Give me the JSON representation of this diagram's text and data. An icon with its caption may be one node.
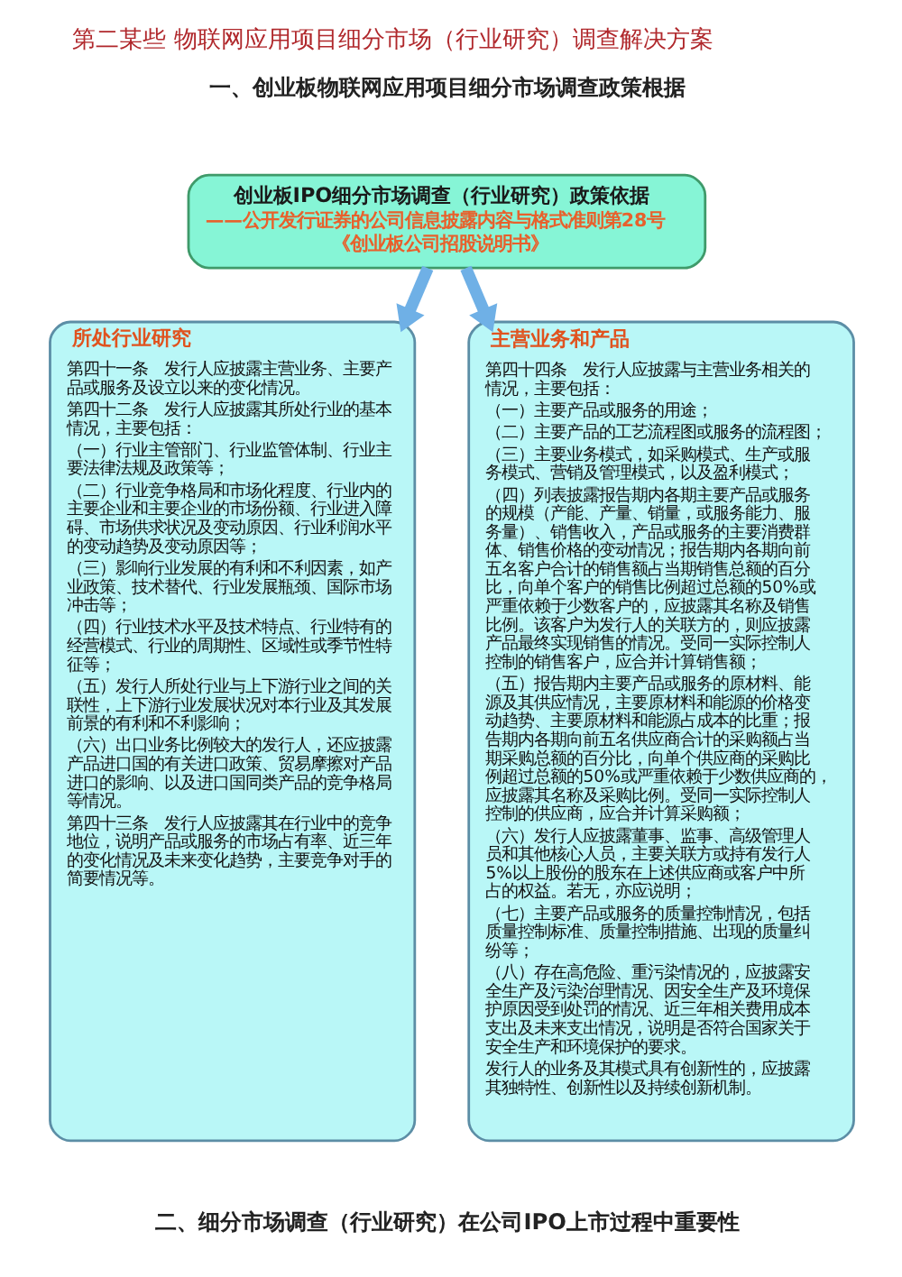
{
  "diagram": {
    "title": "第二某些 物联网应用项目细分市场（行业研究）调查解决方案",
    "nodes": [
      {
        "text": [
          "创业板IPO细分市场调查（行业研究）政策依据",
          "——公开发行证券的公司信息披露内容与格式准则第28号",
          "《创业板公司招股说明书》"
        ]
      },
      {
        "text": [
          "所处行业研究",
          "第四十一条　发行人应披露主营业务、主要产品或服务及设立以来的变化情况。",
          "第四十二条　发行人应披露其所处行业的基本情况，主要包括：",
          "（一）行业主管部门、行业监管体制、行业主要法律法规及政策等；",
          "（二）行业竞争格局和市场化程度、行业内的主要企业和主要企业的市场份额、行业进入障碍、市场供求状况及变动原因、行业利润水平的变动趋势及变动原因等；",
          "（三）影响行业发展的有利和不利因素，如产业政策、技术替代、行业发展瓶颈、国际市场冲击等；",
          "（四）行业技术水平及技术特点、行业特有的经营模式、行业的周期性、区域性或季节性特征等；",
          "（五）发行人所处行业与上下游行业之间的关联性，上下游行业发展状况对本行业及其发展前景的有利和不利影响；",
          "（六）出口业务比例较大的发行人，还应披露产品进口国的有关进口政策、贸易摩擦对产品进口的影响、以及进口国同类产品的竞争格局等情况。",
          "第四十三条　发行人应披露其在行业中的竞争地位，说明产品或服务的市场占有率、近三年的变化情况及未来变化趋势，主要竞争对手的简要情况等。"
        ]
      },
      {
        "text": [
          "主营业务和产品",
          "第四十四条　发行人应披露与主营业务相关的情况，主要包括：",
          "（一）主要产品或服务的用途；",
          "（二）主要产品的工艺流程图或服务的流程图；",
          "（三）主要业务模式，如采购模式、生产或服务模式、营销及管理模式，以及盈利模式；",
          "（四）列表披露报告期内各期主要产品或服务的规模（产能、产量、销量，或服务能力、服务量）、销售收入，产品或服务的主要消费群体、销售价格的变动情况；报告期内各期向前五名客户合计的销售额占当期销售总额的百分比，向单个客户的销售比例超过总额的50%或严重依赖于少数客户的，应披露其名称及销售比例。该客户为发行人的关联方的，则应披露产品最终实现销售的情况。受同一实际控制人控制的销售客户，应合并计算销售额；",
          "（五）报告期内主要产品或服务的原材料、能源及其供应情况，主要原材料和能源的价格变动趋势、主要原材料和能源占成本的比重；报告期内各期向前五名供应商合计的采购额占当期采购总额的百分比，向单个供应商的采购比例超过总额的50%或严重依赖于少数供应商的，应披露其名称及采购比例。受同一实际控制人控制的供应商，应合并计算采购额；",
          "（六）发行人应披露董事、监事、高级管理人员和其他核心人员，主要关联方或持有发行人5%以上股份的股东在上述供应商或客户中所占的权益。若无，亦应说明；",
          "（七）主要产品或服务的质量控制情况，包括质量控制标准、质量控制措施、出现的质量纠纷等；",
          "（八）存在高危险、重污染情况的，应披露安全生产及污染治理情况、因安全生产及环境保护原因受到处罚的情况、近三年相关费用成本支出及未来支出情况，说明是否符合国家关于安全生产和环境保护的要求。",
          "发行人的业务及其模式具有创新性的，应披露其独特性、创新性以及持续创新机制。"
        ]
      }
    ],
    "edges": [
      {
        "from": 0,
        "to": 1,
        "arrow": "to"
      },
      {
        "from": 0,
        "to": 2,
        "arrow": "to"
      }
    ],
    "labels": [
      "一、创业板物联网应用项目细分市场调查政策根据",
      "二、细分市场调查（行业研究）在公司IPO上市过程中重要性"
    ]
  }
}
